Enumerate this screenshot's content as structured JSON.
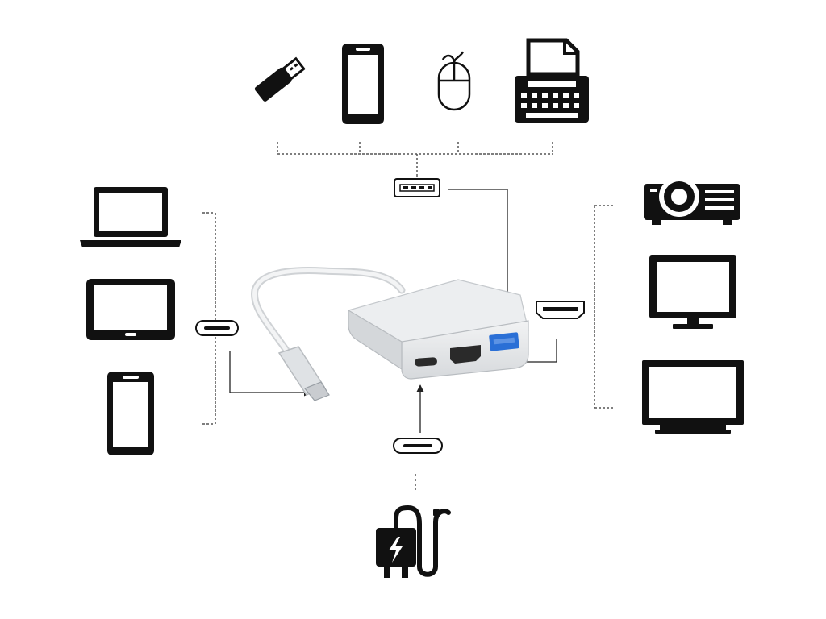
{
  "diagram": {
    "hub": "usb-c-multiport-adapter",
    "ports": [
      "usb-a-port",
      "hdmi-port",
      "usb-c-power-port",
      "usb-c-input-plug"
    ],
    "top_devices": [
      "usb-flash-drive-icon",
      "smartphone-icon",
      "computer-mouse-icon",
      "printer-icon"
    ],
    "left_devices": [
      "laptop-icon",
      "tablet-icon",
      "smartphone-icon"
    ],
    "right_devices": [
      "projector-icon",
      "monitor-icon",
      "tv-icon"
    ],
    "bottom_devices": [
      "power-charger-icon"
    ]
  },
  "colors": {
    "ink": "#111111",
    "line": "#444444",
    "adapter_body": "#e4e6e8",
    "usb_blue": "#2a6fd6"
  }
}
